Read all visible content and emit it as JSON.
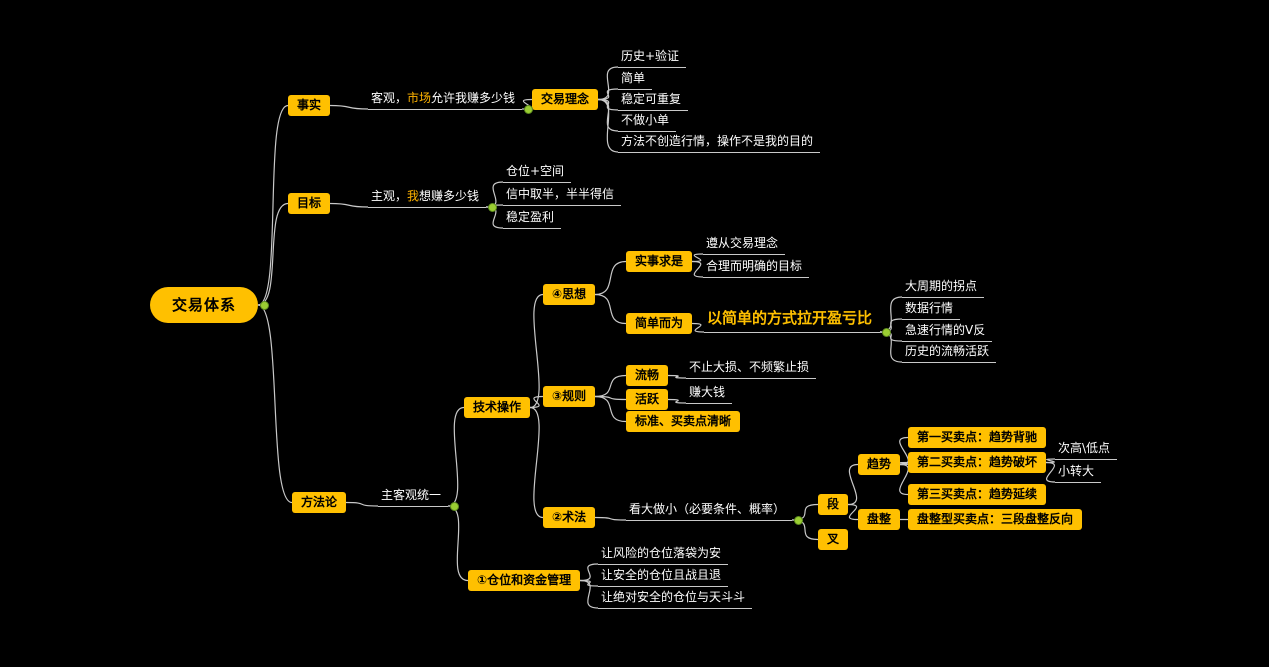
{
  "colors": {
    "background": "#000000",
    "node_fill": "#FFC000",
    "node_text": "#000000",
    "text": "#FFFFFF",
    "highlight": "#FFB300",
    "accent_text": "#FFC000",
    "line": "#C9C9C9",
    "collapse_dot": "#9ACD32",
    "collapse_dot_border": "#5E8C1F"
  },
  "mindmap": {
    "title": "交易体系",
    "nodes": [
      {
        "id": "root",
        "type": "root",
        "label": "交易体系",
        "name": "central-topic",
        "dot": true
      },
      {
        "id": "b1",
        "parent": "root",
        "type": "box",
        "label": "事实",
        "name": "topic-fact"
      },
      {
        "id": "b1t",
        "parent": "b1",
        "type": "text",
        "name": "topic-objective-market",
        "dot": true,
        "rich": [
          {
            "t": "客观，"
          },
          {
            "t": "市场",
            "hl": true
          },
          {
            "t": "允许我赚多少钱"
          }
        ]
      },
      {
        "id": "b1n",
        "parent": "b1t",
        "type": "box",
        "label": "交易理念",
        "name": "topic-trading-philosophy"
      },
      {
        "id": "b1c1",
        "parent": "b1n",
        "type": "text",
        "label": "历史+验证"
      },
      {
        "id": "b1c2",
        "parent": "b1n",
        "type": "text",
        "label": "简单"
      },
      {
        "id": "b1c3",
        "parent": "b1n",
        "type": "text",
        "label": "稳定可重复"
      },
      {
        "id": "b1c4",
        "parent": "b1n",
        "type": "text",
        "label": "不做小单"
      },
      {
        "id": "b1c5",
        "parent": "b1n",
        "type": "text",
        "label": "方法不创造行情，操作不是我的目的"
      },
      {
        "id": "b2",
        "parent": "root",
        "type": "box",
        "label": "目标",
        "name": "topic-goal"
      },
      {
        "id": "b2t",
        "parent": "b2",
        "type": "text",
        "name": "topic-subjective-me",
        "dot": true,
        "rich": [
          {
            "t": "主观，"
          },
          {
            "t": "我",
            "hl": true
          },
          {
            "t": "想赚多少钱"
          }
        ]
      },
      {
        "id": "b2c1",
        "parent": "b2t",
        "type": "text",
        "label": "仓位+空间"
      },
      {
        "id": "b2c2",
        "parent": "b2t",
        "type": "text",
        "label": "信中取半，半半得信"
      },
      {
        "id": "b2c3",
        "parent": "b2t",
        "type": "text",
        "label": "稳定盈利"
      },
      {
        "id": "b3",
        "parent": "root",
        "type": "box",
        "label": "方法论",
        "name": "topic-methodology"
      },
      {
        "id": "b3t",
        "parent": "b3",
        "type": "text",
        "label": "主客观统一",
        "dot": true
      },
      {
        "id": "b3a",
        "parent": "b3t",
        "type": "box",
        "label": "技术操作",
        "name": "topic-technical-operation"
      },
      {
        "id": "b3a1",
        "parent": "b3a",
        "type": "box",
        "label": "④思想",
        "name": "topic-thought"
      },
      {
        "id": "b3a1a",
        "parent": "b3a1",
        "type": "box",
        "label": "实事求是"
      },
      {
        "id": "b3a1a1",
        "parent": "b3a1a",
        "type": "text",
        "label": "遵从交易理念"
      },
      {
        "id": "b3a1a2",
        "parent": "b3a1a",
        "type": "text",
        "label": "合理而明确的目标"
      },
      {
        "id": "b3a1b",
        "parent": "b3a1",
        "type": "box",
        "label": "简单而为"
      },
      {
        "id": "b3a1b1",
        "parent": "b3a1b",
        "type": "text-big",
        "label": "以简单的方式拉开盈亏比",
        "name": "topic-widen-profit-loss-ratio",
        "dot": true
      },
      {
        "id": "b3a1b1a",
        "parent": "b3a1b1",
        "type": "text",
        "label": "大周期的拐点"
      },
      {
        "id": "b3a1b1b",
        "parent": "b3a1b1",
        "type": "text",
        "label": "数据行情"
      },
      {
        "id": "b3a1b1c",
        "parent": "b3a1b1",
        "type": "text",
        "label": "急速行情的V反"
      },
      {
        "id": "b3a1b1d",
        "parent": "b3a1b1",
        "type": "text",
        "label": "历史的流畅活跃"
      },
      {
        "id": "b3a2",
        "parent": "b3a",
        "type": "box",
        "label": "③规则",
        "name": "topic-rules"
      },
      {
        "id": "b3a2a",
        "parent": "b3a2",
        "type": "box",
        "label": "流畅"
      },
      {
        "id": "b3a2a1",
        "parent": "b3a2a",
        "type": "text",
        "label": "不止大损、不频繁止损"
      },
      {
        "id": "b3a2b",
        "parent": "b3a2",
        "type": "box",
        "label": "活跃"
      },
      {
        "id": "b3a2b1",
        "parent": "b3a2b",
        "type": "text",
        "label": "赚大钱"
      },
      {
        "id": "b3a2c",
        "parent": "b3a2",
        "type": "box",
        "label": "标准、买卖点清晰"
      },
      {
        "id": "b3a3",
        "parent": "b3a",
        "type": "box",
        "label": "②术法",
        "name": "topic-technique"
      },
      {
        "id": "b3a3t",
        "parent": "b3a3",
        "type": "text",
        "label": "看大做小（必要条件、概率）",
        "dot": true
      },
      {
        "id": "b3a3a",
        "parent": "b3a3t",
        "type": "box",
        "label": "段"
      },
      {
        "id": "b3a3a1",
        "parent": "b3a3a",
        "type": "box",
        "label": "趋势"
      },
      {
        "id": "b3a3a1a",
        "parent": "b3a3a1",
        "type": "box",
        "label": "第一买卖点：趋势背驰"
      },
      {
        "id": "b3a3a1b",
        "parent": "b3a3a1",
        "type": "box",
        "label": "第二买卖点：趋势破坏"
      },
      {
        "id": "b3a3a1b1",
        "parent": "b3a3a1b",
        "type": "text",
        "label": "次高\\低点"
      },
      {
        "id": "b3a3a1b2",
        "parent": "b3a3a1b",
        "type": "text",
        "label": "小转大"
      },
      {
        "id": "b3a3a1c",
        "parent": "b3a3a1",
        "type": "box",
        "label": "第三买卖点：趋势延续"
      },
      {
        "id": "b3a3a2",
        "parent": "b3a3a",
        "type": "box",
        "label": "盘整"
      },
      {
        "id": "b3a3a2a",
        "parent": "b3a3a2",
        "type": "box",
        "label": "盘整型买卖点：三段盘整反向"
      },
      {
        "id": "b3a3b",
        "parent": "b3a3t",
        "type": "box",
        "label": "叉"
      },
      {
        "id": "b3b",
        "parent": "b3t",
        "type": "box",
        "label": "①仓位和资金管理",
        "name": "topic-position-money-management"
      },
      {
        "id": "b3b1",
        "parent": "b3b",
        "type": "text",
        "label": "让风险的仓位落袋为安"
      },
      {
        "id": "b3b2",
        "parent": "b3b",
        "type": "text",
        "label": "让安全的仓位且战且退"
      },
      {
        "id": "b3b3",
        "parent": "b3b",
        "type": "text",
        "label": "让绝对安全的仓位与天斗斗"
      }
    ]
  }
}
